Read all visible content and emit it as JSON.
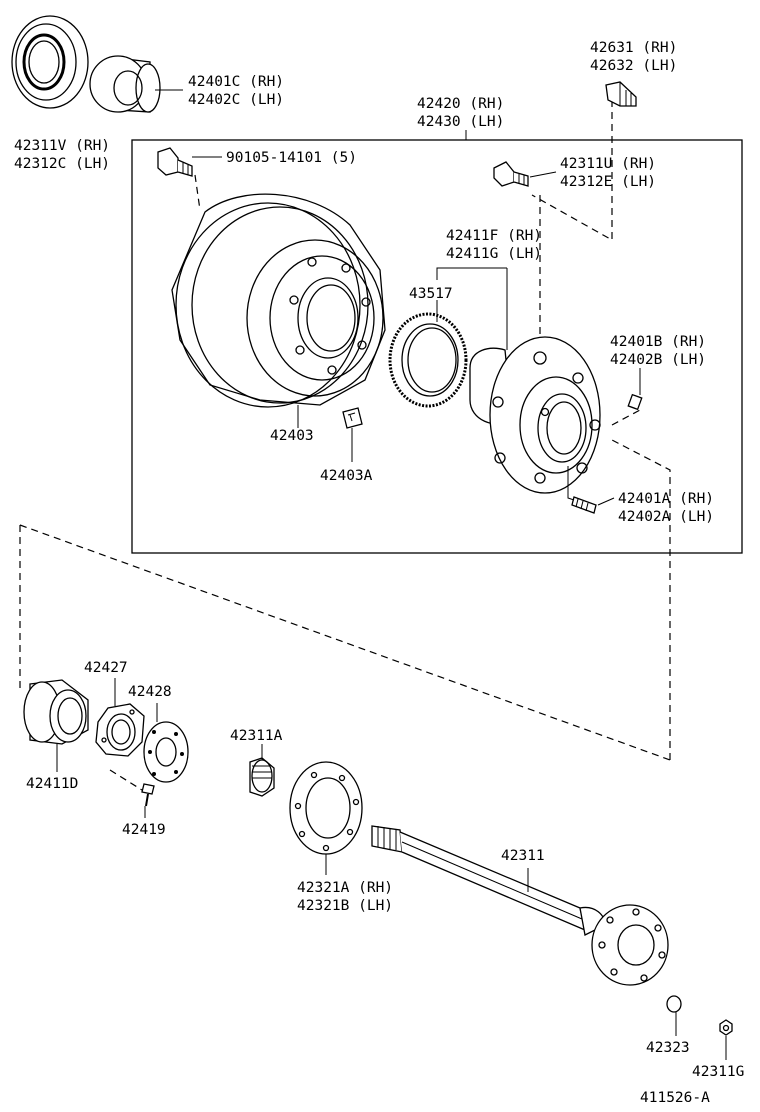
{
  "diagram_id": "411526-A",
  "callouts": {
    "oil_seal": [
      "42311V (RH)",
      "42312C (LH)"
    ],
    "outer_bearing": [
      "42401C (RH)",
      "42402C (LH)"
    ],
    "hub_bolt_top": [
      "42631 (RH)",
      "42632 (LH)"
    ],
    "hub_assembly": [
      "42420 (RH)",
      "42430 (LH)"
    ],
    "drum_bolt": [
      "90105-14101 (5)"
    ],
    "hub_bolt": [
      "42311U (RH)",
      "42312E (LH)"
    ],
    "axle_hub": [
      "42411F (RH)",
      "42411G (LH)"
    ],
    "rotor": [
      "43517"
    ],
    "stud_b": [
      "42401B (RH)",
      "42402B (LH)"
    ],
    "drum": [
      "42403"
    ],
    "plug": [
      "42403A"
    ],
    "stud_a": [
      "42401A (RH)",
      "42402A (LH)"
    ],
    "bearing_inner": [
      "42411D"
    ],
    "retainer": [
      "42427"
    ],
    "plate": [
      "42428"
    ],
    "screw": [
      "42419"
    ],
    "spacer": [
      "42311A"
    ],
    "gasket": [
      "42321A (RH)",
      "42321B (LH)"
    ],
    "axle_shaft": [
      "42311"
    ],
    "washer": [
      "42323"
    ],
    "nut": [
      "42311G"
    ]
  }
}
